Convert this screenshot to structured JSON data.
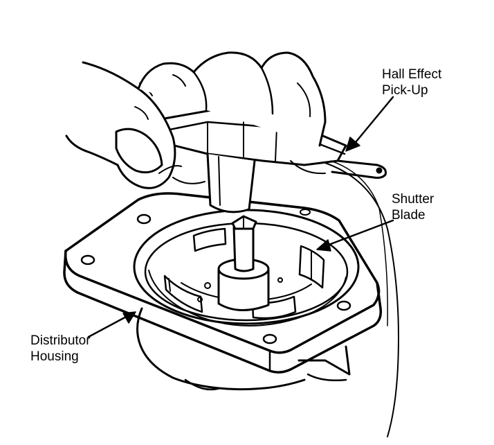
{
  "labels": {
    "hall_effect_pickup": [
      "Hall Effect",
      "Pick-Up"
    ],
    "shutter_blade": [
      "Shutter",
      "Blade"
    ],
    "distributor_housing": [
      "Distributor",
      "Housing"
    ]
  },
  "colors": {
    "ink": "#000000",
    "paper": "#ffffff"
  }
}
